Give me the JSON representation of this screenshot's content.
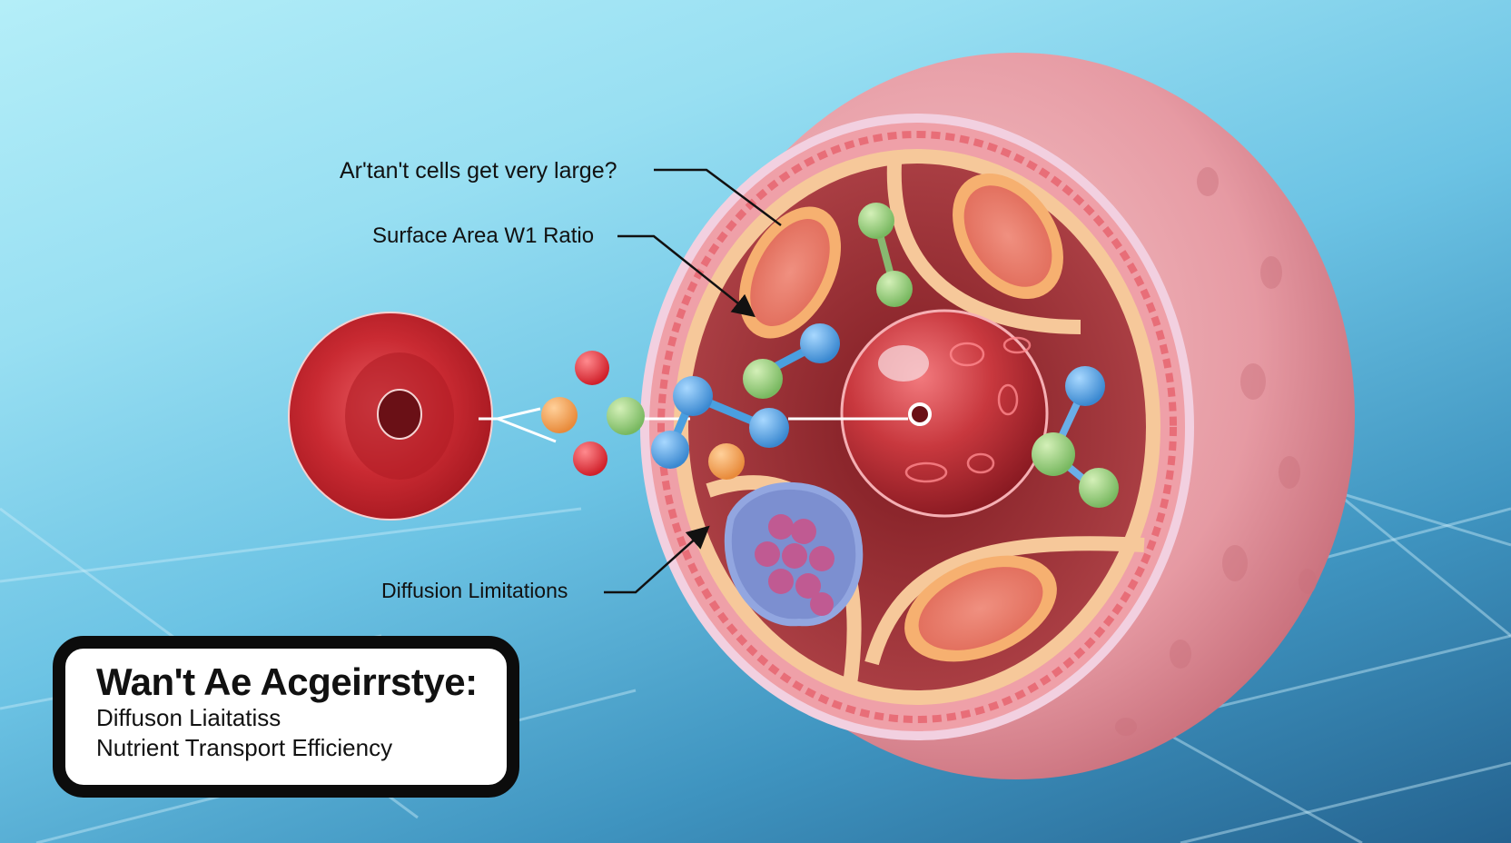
{
  "diagram": {
    "subject": "Animal cell cross-section with red blood cell and diffusing molecules",
    "colors": {
      "background_light": "#b4eef8",
      "background_dark": "#24628f",
      "cell_membrane": "#e9a3ac",
      "cytoplasm": "#9a2b2e",
      "nucleus": "#c8383e",
      "red_blood_cell": "#c92a32",
      "molecule_blue": "#4a9fe0",
      "molecule_green": "#8cc878",
      "molecule_orange": "#f0a050",
      "molecule_red": "#e0303a"
    }
  },
  "labels": {
    "question": "Ar'tan't cells get very large?",
    "surface_area": "Surface Area W1 Ratio",
    "diffusion": "Diffusion Limitations"
  },
  "info_box": {
    "title": "Wan't Ae Acgeirrstye:",
    "line1": "Diffuson Liaitatiss",
    "line2": "Nutrient Transport Efficiency"
  }
}
